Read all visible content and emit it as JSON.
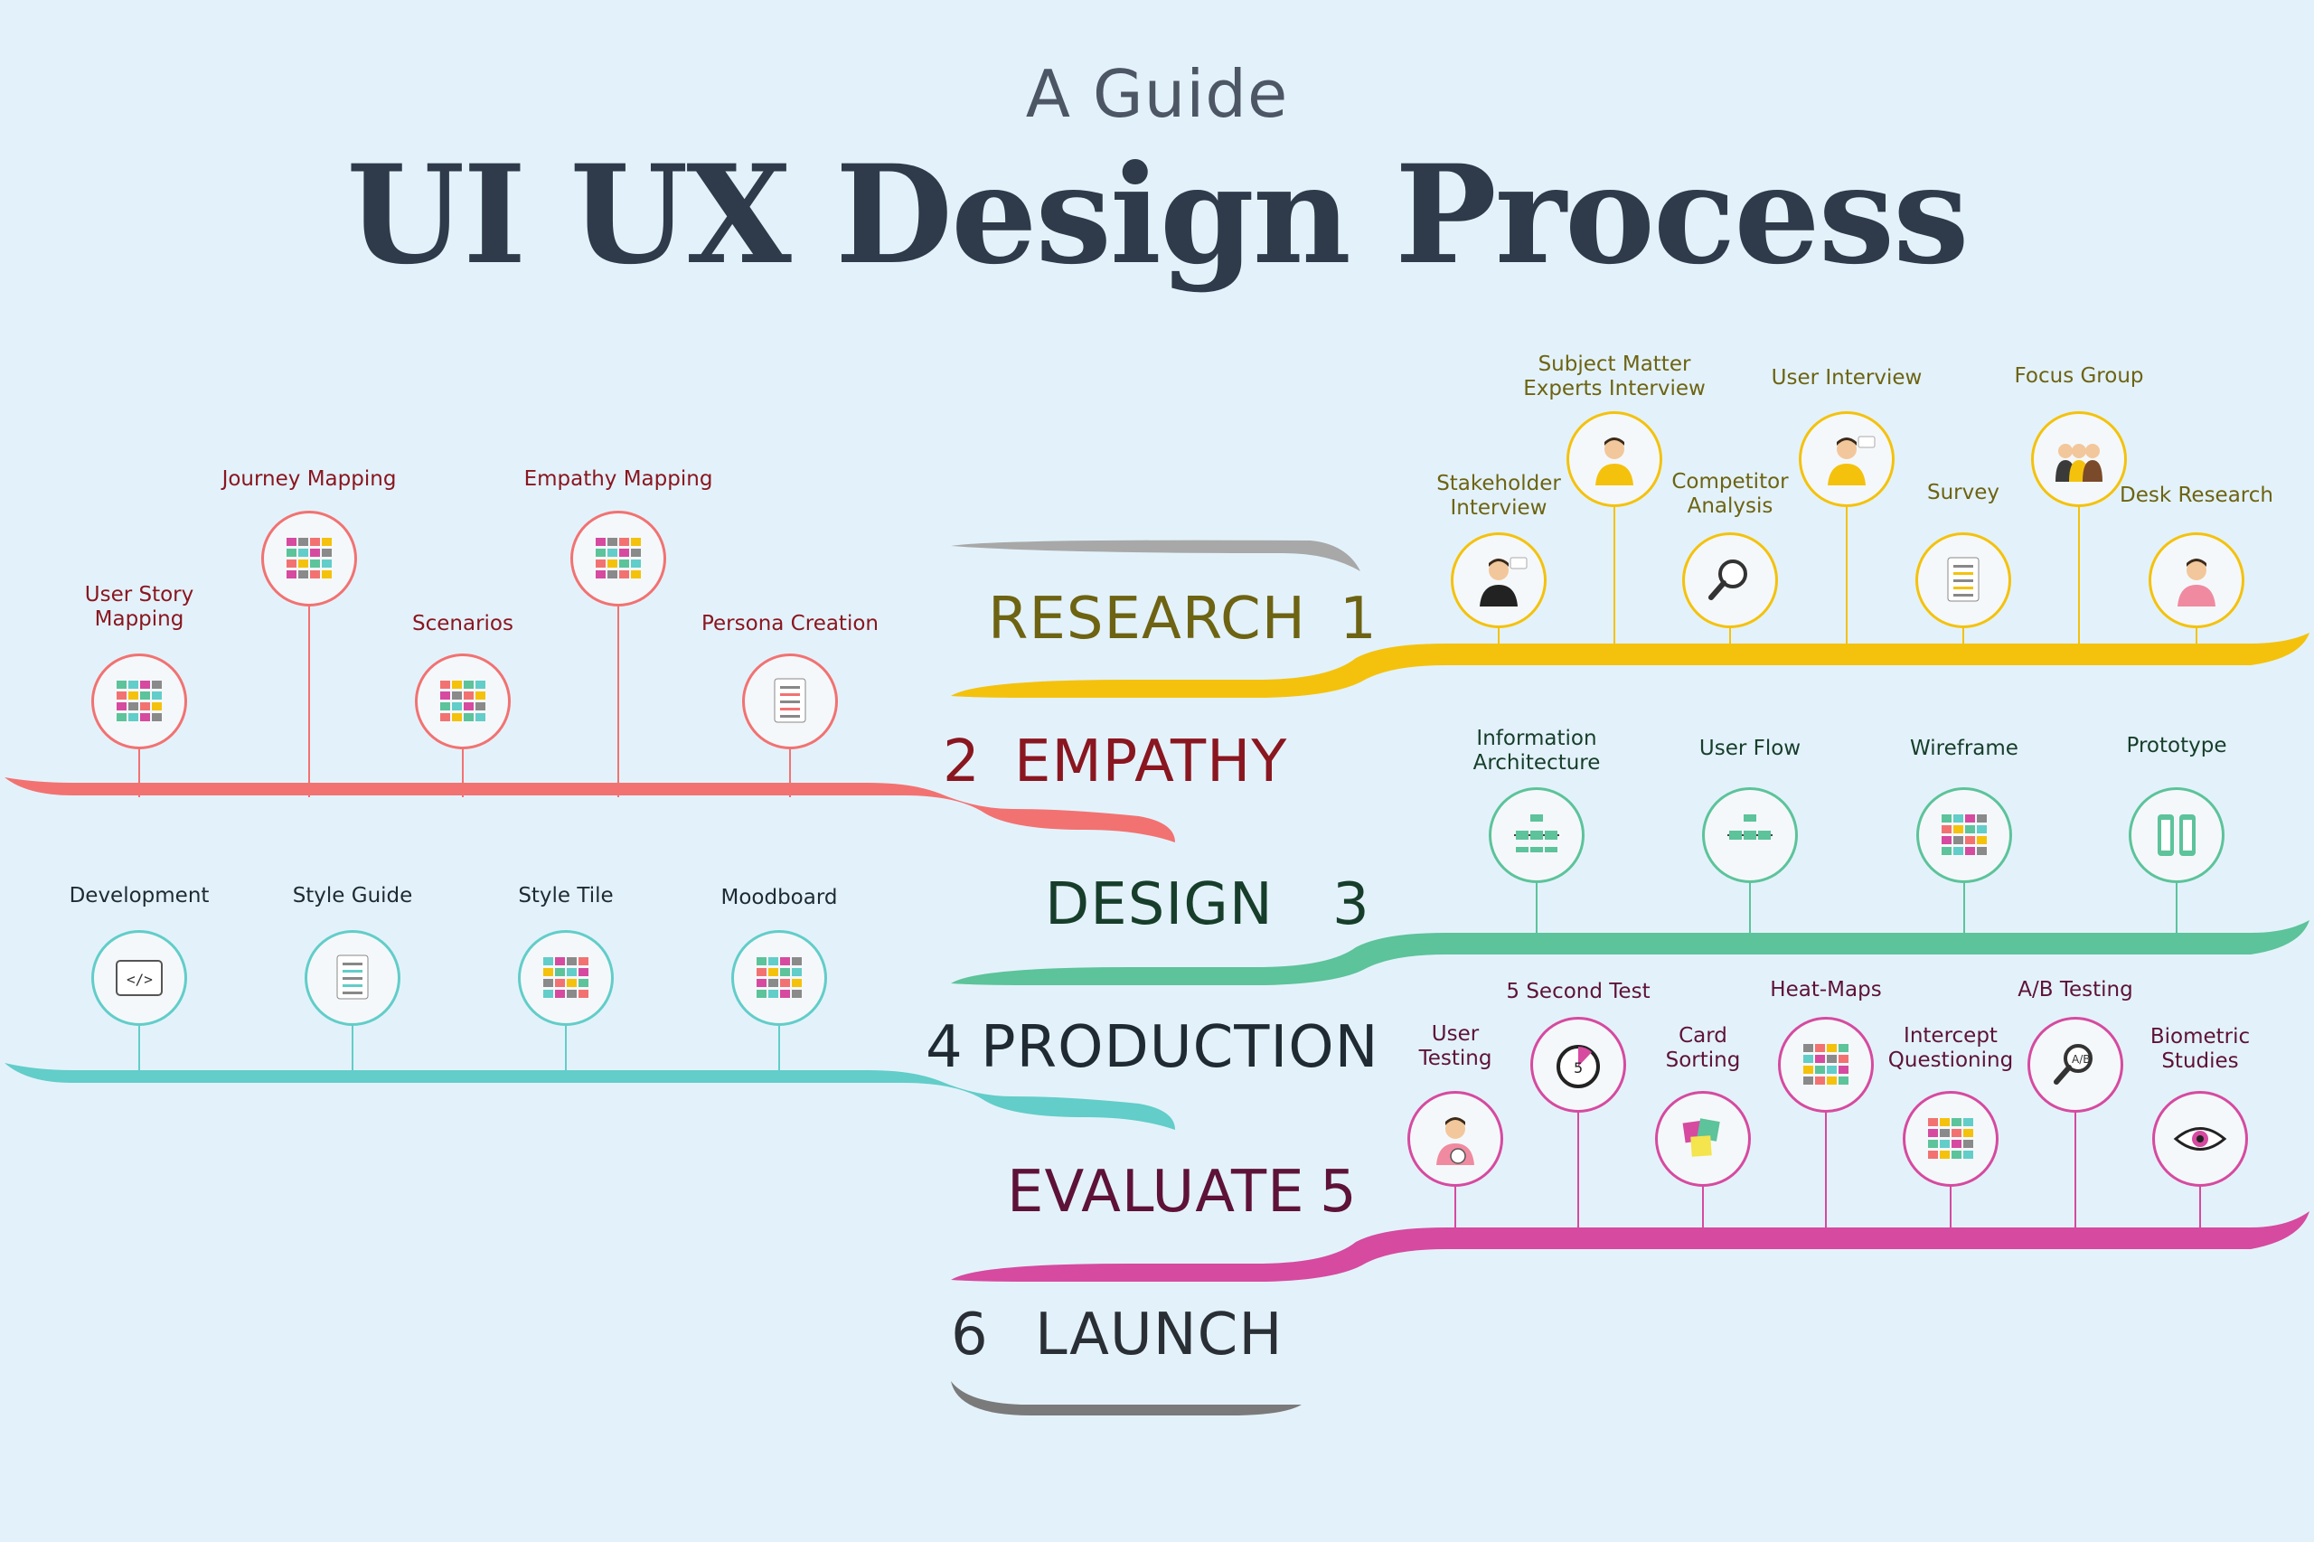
{
  "header": {
    "subtitle": "A Guide",
    "title": "UI UX Design Process"
  },
  "stages": [
    {
      "number": "1",
      "name": "RESEARCH",
      "color": "#f4c20d",
      "text_color": "#6d6312",
      "side": "right",
      "items": [
        {
          "label": "Stakeholder\nInterview",
          "icon": "businessman-icon"
        },
        {
          "label": "Subject Matter\nExperts Interview",
          "icon": "woman-expert-icon"
        },
        {
          "label": "Competitor\nAnalysis",
          "icon": "magnifier-chart-icon"
        },
        {
          "label": "User Interview",
          "icon": "user-speech-icon"
        },
        {
          "label": "Survey",
          "icon": "clipboard-survey-icon"
        },
        {
          "label": "Focus Group",
          "icon": "group-people-icon"
        },
        {
          "label": "Desk Research",
          "icon": "person-laptop-icon"
        }
      ]
    },
    {
      "number": "2",
      "name": "EMPATHY",
      "color": "#f27272",
      "text_color": "#8a1620",
      "side": "left",
      "items": [
        {
          "label": "User Story\nMapping",
          "icon": "story-map-icon"
        },
        {
          "label": "Journey Mapping",
          "icon": "journey-map-icon"
        },
        {
          "label": "Scenarios",
          "icon": "scenario-grid-icon"
        },
        {
          "label": "Empathy Mapping",
          "icon": "empathy-map-icon"
        },
        {
          "label": "Persona Creation",
          "icon": "persona-card-icon"
        }
      ]
    },
    {
      "number": "3",
      "name": "DESIGN",
      "color": "#5cc39a",
      "text_color": "#173d2b",
      "side": "right",
      "items": [
        {
          "label": "Information\nArchitecture",
          "icon": "sitemap-icon"
        },
        {
          "label": "User Flow",
          "icon": "flow-icon"
        },
        {
          "label": "Wireframe",
          "icon": "wireframe-icon"
        },
        {
          "label": "Prototype",
          "icon": "phone-prototype-icon"
        }
      ]
    },
    {
      "number": "4",
      "name": "PRODUCTION",
      "color": "#62cdc9",
      "text_color": "#1f2a33",
      "side": "left",
      "items": [
        {
          "label": "Development",
          "icon": "code-window-icon"
        },
        {
          "label": "Style Guide",
          "icon": "style-guide-icon"
        },
        {
          "label": "Style Tile",
          "icon": "style-tile-icon"
        },
        {
          "label": "Moodboard",
          "icon": "moodboard-icon"
        }
      ]
    },
    {
      "number": "5",
      "name": "EVALUATE",
      "color": "#d64aa0",
      "text_color": "#5e1238",
      "side": "right",
      "items": [
        {
          "label": "User\nTesting",
          "icon": "user-check-icon"
        },
        {
          "label": "5 Second Test",
          "icon": "stopwatch-icon"
        },
        {
          "label": "Card\nSorting",
          "icon": "sticky-notes-icon"
        },
        {
          "label": "Heat-Maps",
          "icon": "heatmap-page-icon"
        },
        {
          "label": "Intercept\nQuestioning",
          "icon": "browser-popup-icon"
        },
        {
          "label": "A/B Testing",
          "icon": "ab-magnifier-icon"
        },
        {
          "label": "Biometric\nStudies",
          "icon": "eye-icon"
        }
      ]
    },
    {
      "number": "6",
      "name": "LAUNCH",
      "color": "#7a7a7a",
      "text_color": "#2a2f36",
      "side": "none",
      "items": []
    }
  ]
}
